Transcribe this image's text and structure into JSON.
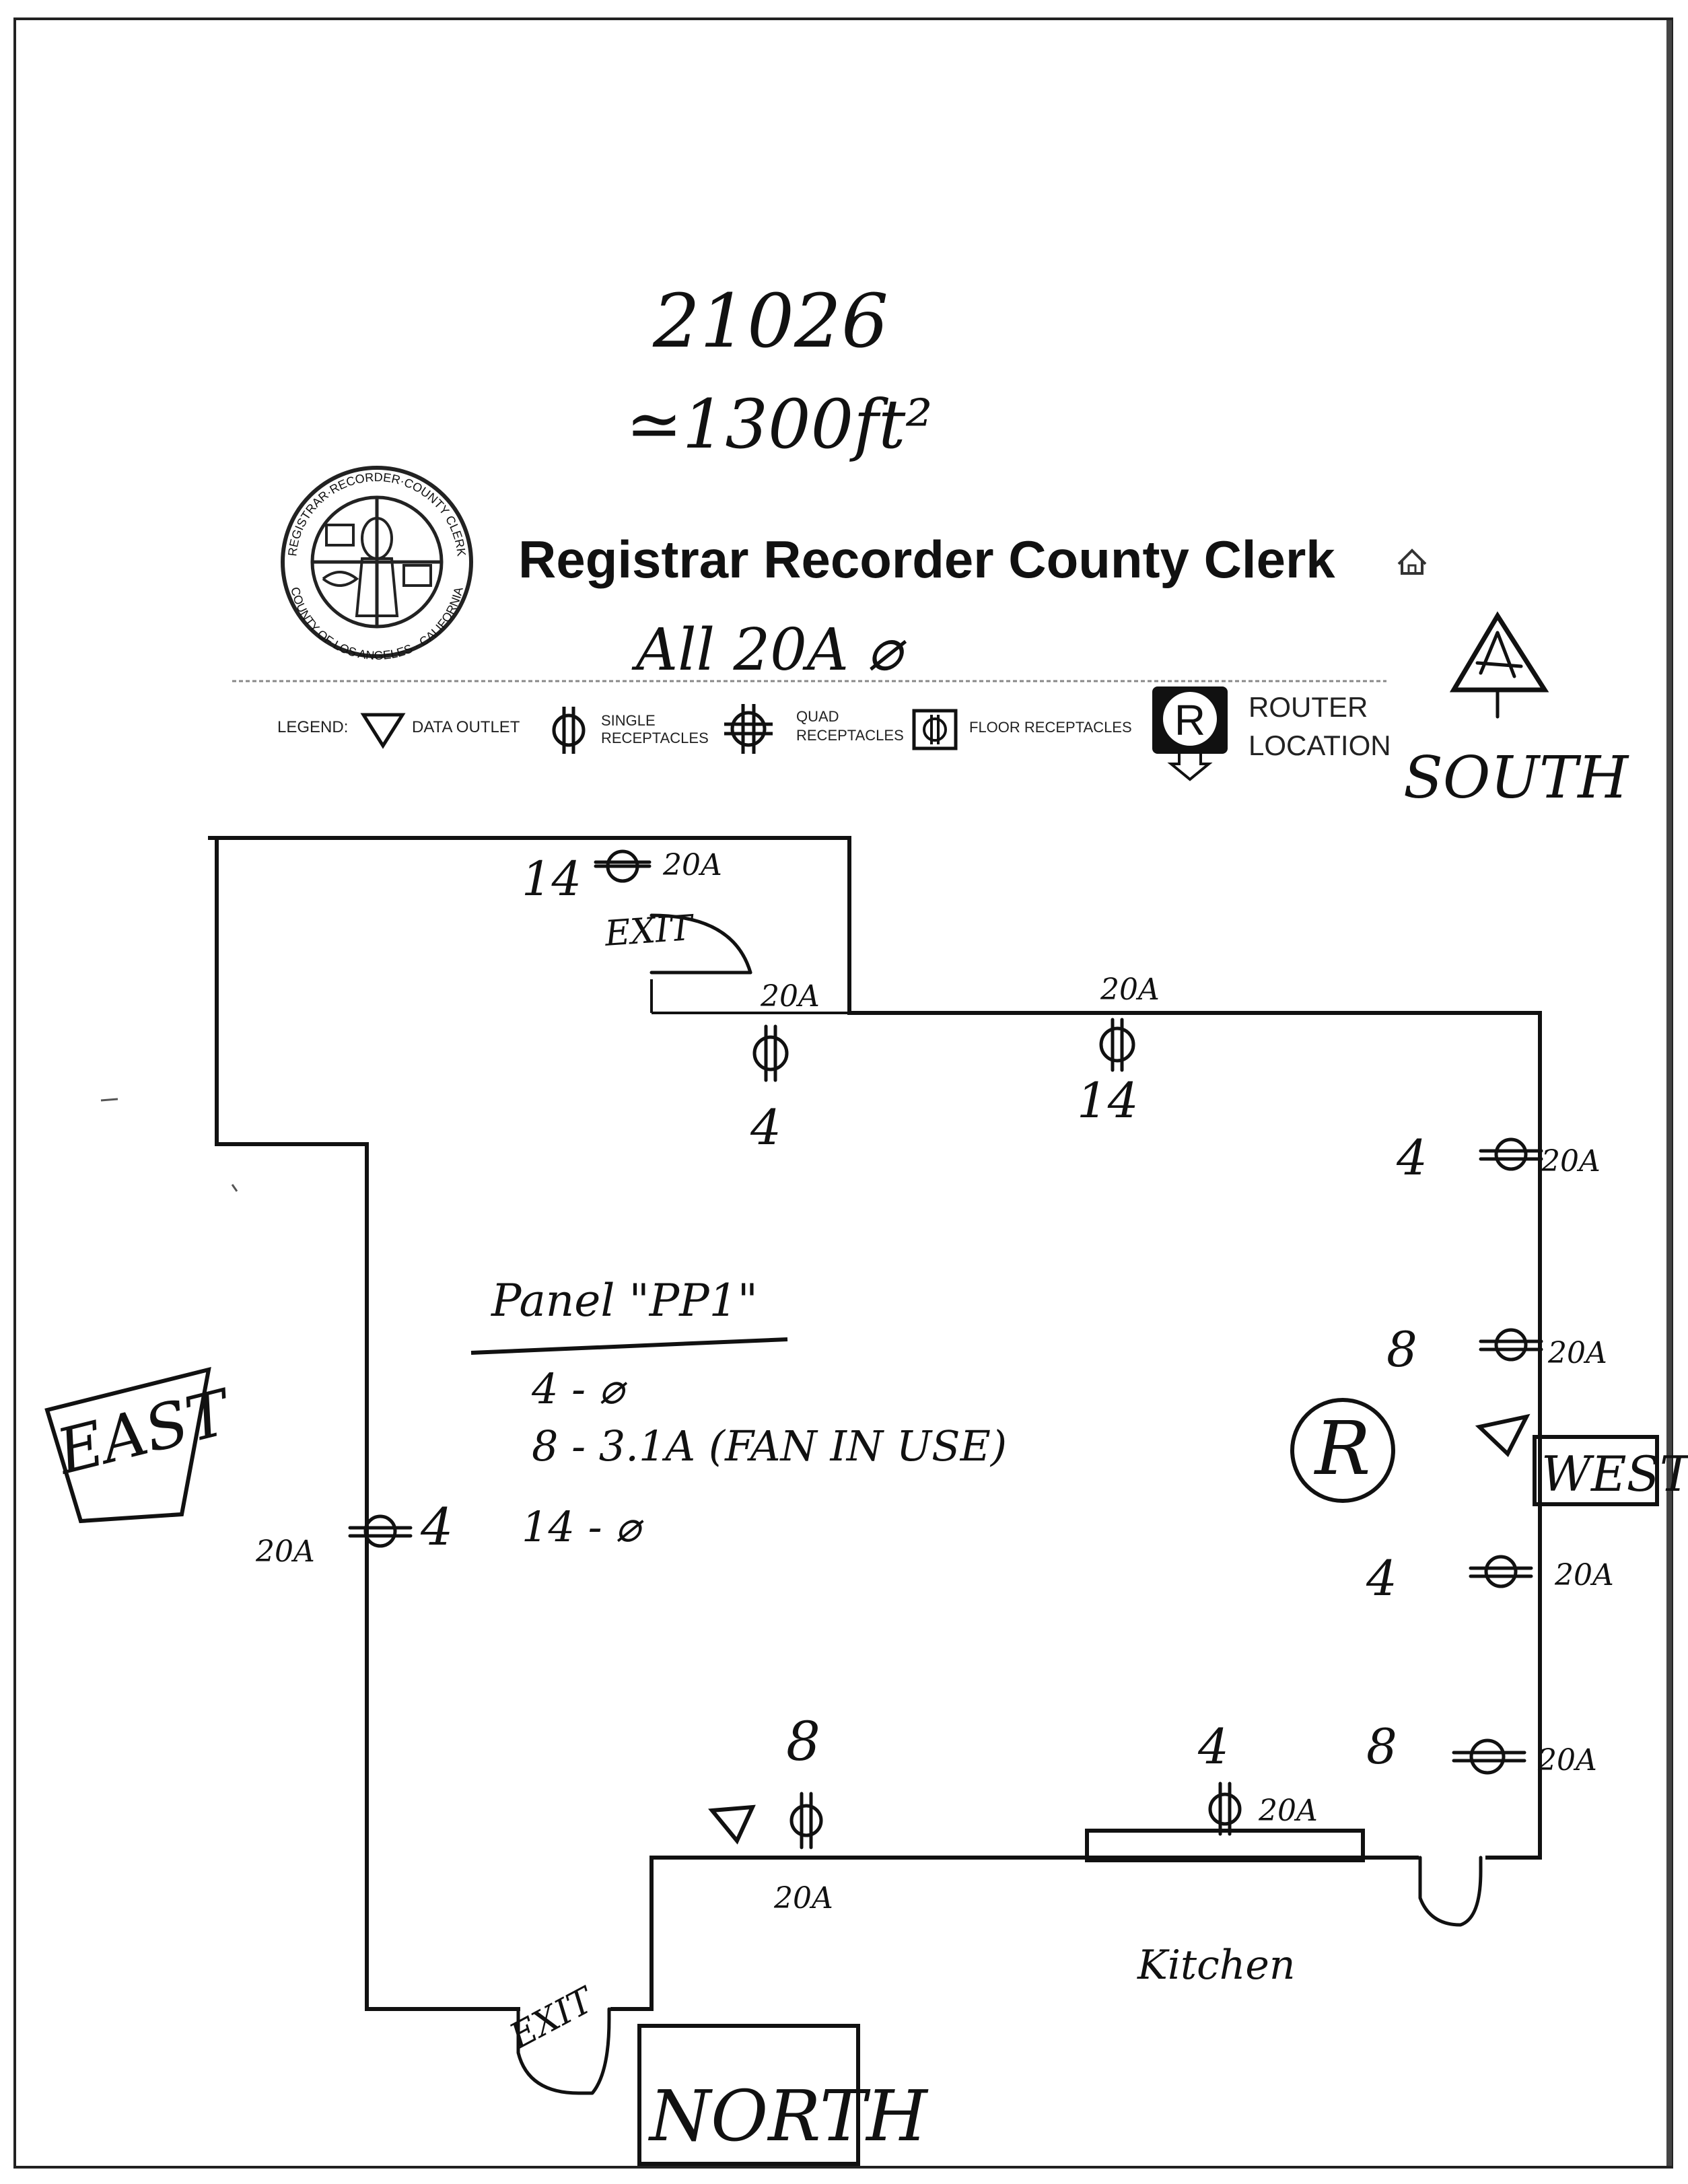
{
  "header": {
    "job_number": "21026",
    "area": "≃1300ft²",
    "org_title": "Registrar Recorder County Clerk",
    "home_icon": "home-icon",
    "all_note": "All 20A ⌀",
    "seal": {
      "icon": "county-seal-icon",
      "ring_top": "REGISTRAR·RECORDER·COUNTY CLERK",
      "ring_bottom": "COUNTY OF LOS ANGELES · CALIFORNIA"
    }
  },
  "legend": {
    "label": "LEGEND:",
    "data_outlet": "DATA OUTLET",
    "single_1": "SINGLE",
    "single_2": "RECEPTACLES",
    "quad_1": "QUAD",
    "quad_2": "RECEPTACLES",
    "floor": "FLOOR RECEPTACLES",
    "router_letter": "R",
    "router_1": "ROUTER",
    "router_2": "LOCATION"
  },
  "compass": {
    "south": "SOUTH",
    "east": "EAST",
    "west": "WEST",
    "north": "NORTH"
  },
  "panel": {
    "title": "Panel \"PP1\"",
    "line1": "4 - ⌀",
    "line2": "8 - 3.1A (FAN IN USE)",
    "line3": "14 - ⌀"
  },
  "labels": {
    "exit_top": "EXIT",
    "exit_bottom": "EXIT",
    "kitchen": "Kitchen",
    "router_on_plan": "R"
  },
  "outlets": [
    {
      "circuit": "14",
      "rating": "20A"
    },
    {
      "circuit": "4",
      "rating": "20A"
    },
    {
      "circuit": "14",
      "rating": "20A"
    },
    {
      "circuit": "4",
      "rating": "20A"
    },
    {
      "circuit": "8",
      "rating": "20A"
    },
    {
      "circuit": "4",
      "rating": "20A"
    },
    {
      "circuit": "8",
      "rating": "20A"
    },
    {
      "circuit": "4",
      "rating": "20A"
    },
    {
      "circuit": "8",
      "rating": "20A"
    },
    {
      "circuit": "4",
      "rating": "20A"
    }
  ]
}
